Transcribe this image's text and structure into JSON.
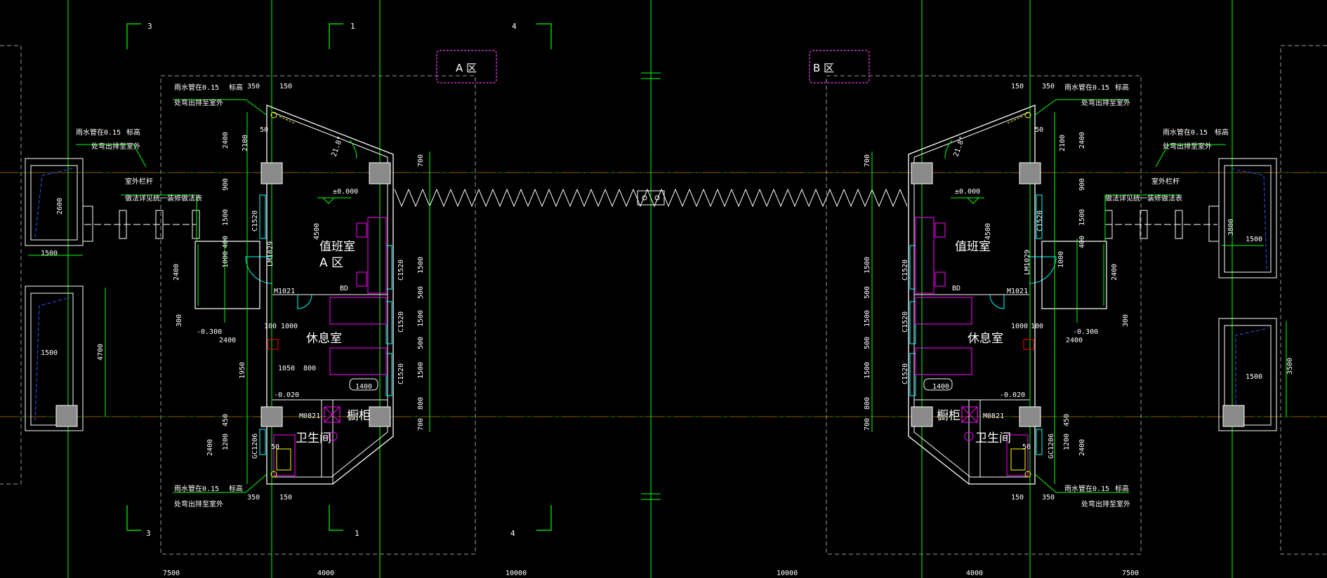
{
  "zones": {
    "a": "A 区",
    "b": "B 区"
  },
  "axes": {
    "n1": "1",
    "n3": "3",
    "n4": "4"
  },
  "rooms": {
    "duty": "值班室",
    "duty_zone": "A 区",
    "rest": "休息室",
    "toilet": "卫生间",
    "cabinet": "橱柜"
  },
  "notes": {
    "rain1": "雨水管在0.15",
    "rain_suffix": "标高",
    "rain2": "处弯出排至室外",
    "rail1": "室外栏杆",
    "rail2": "做法详见统一装修做法表"
  },
  "levels": {
    "floor": "±0.000",
    "ext": "-0.300",
    "step": "-0.020"
  },
  "doors": {
    "lm": "LM1029",
    "m1": "M1021",
    "m2": "M0821",
    "c": "C1520",
    "gc": "GC1206",
    "bd": "BD"
  },
  "angle": "21.8°",
  "dims": {
    "d350": "350",
    "d150": "150",
    "d50": "50",
    "d2400": "2400",
    "d2100": "2100",
    "d900": "900",
    "d1500": "1500",
    "d400": "400",
    "d1000": "1000",
    "d700": "700",
    "d4500": "4500",
    "d500": "500",
    "d800": "800",
    "d2600": "2600",
    "d4700": "4700",
    "d300": "300",
    "d100": "100",
    "d1050": "1050",
    "d1400": "1400",
    "d1950": "1950",
    "d450": "450",
    "d1200": "1200",
    "d3800": "3800",
    "d3500": "3500",
    "b7500": "7500",
    "b4000": "4000",
    "b10000": "10000"
  },
  "colors": {
    "grid_green": "#00ff00",
    "axis_red": "#ff0000",
    "wall_white": "#ffffff",
    "window_cyan": "#00ffff",
    "furniture_magenta": "#ff00ff",
    "zone_box": "#cc33cc",
    "dashed_gray": "#9a9a9a",
    "column_gray": "#8a8a8a",
    "fixture_yellow": "#ffff00",
    "blue": "#3355ff"
  }
}
